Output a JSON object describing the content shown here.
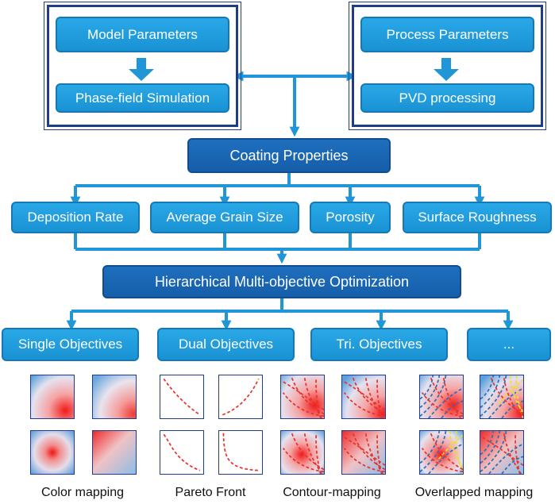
{
  "colors": {
    "light_box": "#1e9bdc",
    "dark_box": "#1866b0",
    "arrow": "#2196d6",
    "frame": "#1f3c88",
    "curve_red": "#e8322b",
    "curve_blue": "#2a6fb8",
    "curve_yellow": "#e8e02b"
  },
  "model_panel": {
    "title": "Model Parameters",
    "step": "Phase-field Simulation"
  },
  "process_panel": {
    "title": "Process Parameters",
    "step": "PVD processing"
  },
  "coating_properties": "Coating Properties",
  "properties": [
    "Deposition Rate",
    "Average Grain Size",
    "Porosity",
    "Surface Roughness"
  ],
  "optimization": "Hierarchical Multi-objective Optimization",
  "objectives": [
    "Single Objectives",
    "Dual Objectives",
    "Tri. Objectives",
    "..."
  ],
  "captions": [
    "Color mapping",
    "Pareto Front",
    "Contour-mapping",
    "Overlapped mapping"
  ],
  "thumbnails": [
    {
      "name": "color-map-corner",
      "style": "heat-corner"
    },
    {
      "name": "color-map-corner-soft",
      "style": "heat-corner-soft"
    },
    {
      "name": "pareto-concave",
      "style": "pareto-diag-down"
    },
    {
      "name": "pareto-convex",
      "style": "pareto-curve-up"
    },
    {
      "name": "contour-map-1",
      "style": "contour-a"
    },
    {
      "name": "contour-map-2",
      "style": "contour-b"
    },
    {
      "name": "overlapped-map-1",
      "style": "overlap-a"
    },
    {
      "name": "overlapped-map-2",
      "style": "overlap-b"
    },
    {
      "name": "color-map-center",
      "style": "heat-center"
    },
    {
      "name": "color-map-diagonal",
      "style": "heat-diagonal"
    },
    {
      "name": "pareto-steep",
      "style": "pareto-diag-steep"
    },
    {
      "name": "pareto-knee",
      "style": "pareto-knee"
    },
    {
      "name": "contour-map-3",
      "style": "contour-c"
    },
    {
      "name": "contour-map-4",
      "style": "contour-d"
    },
    {
      "name": "overlapped-map-3",
      "style": "overlap-c"
    },
    {
      "name": "overlapped-map-4",
      "style": "overlap-d"
    }
  ]
}
